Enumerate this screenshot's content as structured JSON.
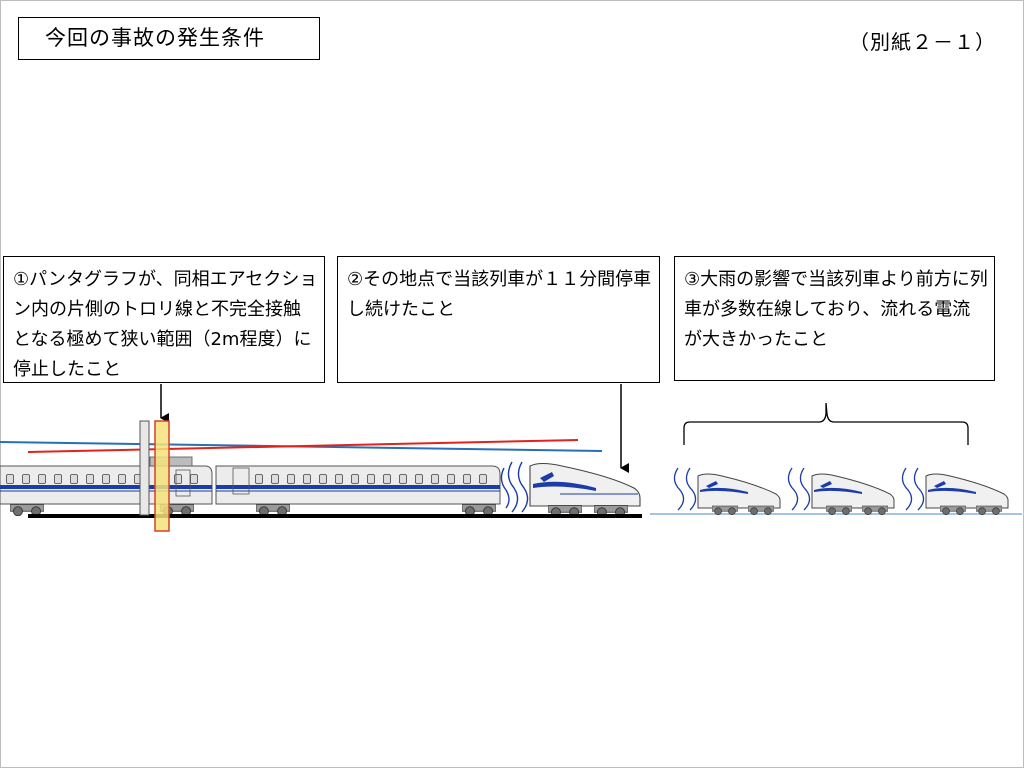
{
  "slide": {
    "title": "今回の事故の発生条件",
    "sheet_label": "（別紙２－１）"
  },
  "notes": [
    "①パンタグラフが、同相エアセクション内の片側のトロリ線と不完全接触となる極めて狭い範囲（2m程度）に停止したこと",
    "②その地点で当該列車が１１分間停車し続けたこと",
    "③大雨の影響で当該列車より前方に列車が多数在線しており、流れる電流が大きかったこと"
  ],
  "colors": {
    "train_stripe": "#1c3da8",
    "trolley_red": "#e2231a",
    "trolley_blue": "#2a6fb6",
    "contact_zone_fill": "#f5e27a",
    "contact_zone_stroke": "#d6402a",
    "rail": "#000000",
    "track_line_far": "#4a8bc4"
  },
  "icons": [
    "shinkansen-train-icon",
    "train-nose-icon",
    "motion-lines-icon",
    "down-arrow-icon",
    "curly-brace-icon"
  ]
}
